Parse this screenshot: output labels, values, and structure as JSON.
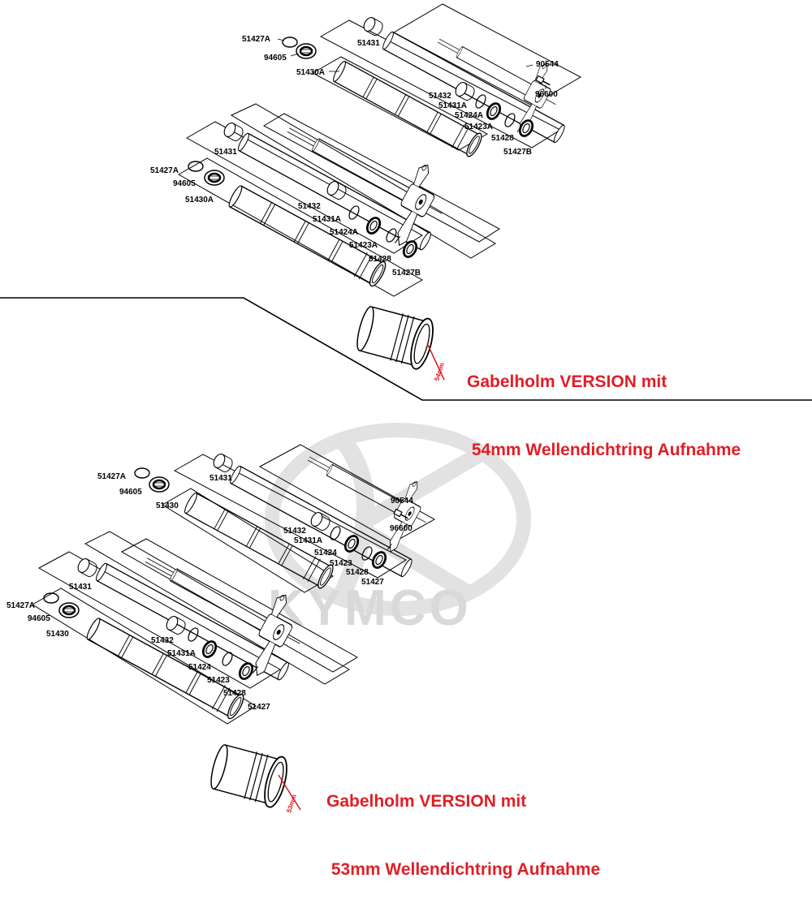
{
  "watermark": {
    "text": "KYMCO"
  },
  "top": {
    "caption_line1": "Gabelholm VERSION mit",
    "caption_line2": " 54mm Wellendichtring Aufnahme",
    "dimension": "54mm",
    "labels": {
      "p51427A": "51427A",
      "p94605": "94605",
      "p51430A": "51430A",
      "p51431": "51431",
      "p90544": "90544",
      "p96600": "96600",
      "p51432": "51432",
      "p51431A": "51431A",
      "p51424A": "51424A",
      "p51423A": "51423A",
      "p51428": "51428",
      "p51427B": "51427B"
    }
  },
  "bottom": {
    "caption_line1": "Gabelholm VERSION mit",
    "caption_line2": " 53mm Wellendichtring Aufnahme",
    "dimension": "53mm",
    "labels": {
      "p51427A": "51427A",
      "p94605": "94605",
      "p51430": "51430",
      "p51431": "51431",
      "p90544": "90544",
      "p96600": "96600",
      "p51432": "51432",
      "p51431A": "51431A",
      "p51424": "51424",
      "p51423": "51423",
      "p51428": "51428",
      "p51427": "51427"
    }
  },
  "colors": {
    "caption": "#e01e26",
    "dimension": "#e0141e",
    "watermark": "#d9d9d9"
  }
}
